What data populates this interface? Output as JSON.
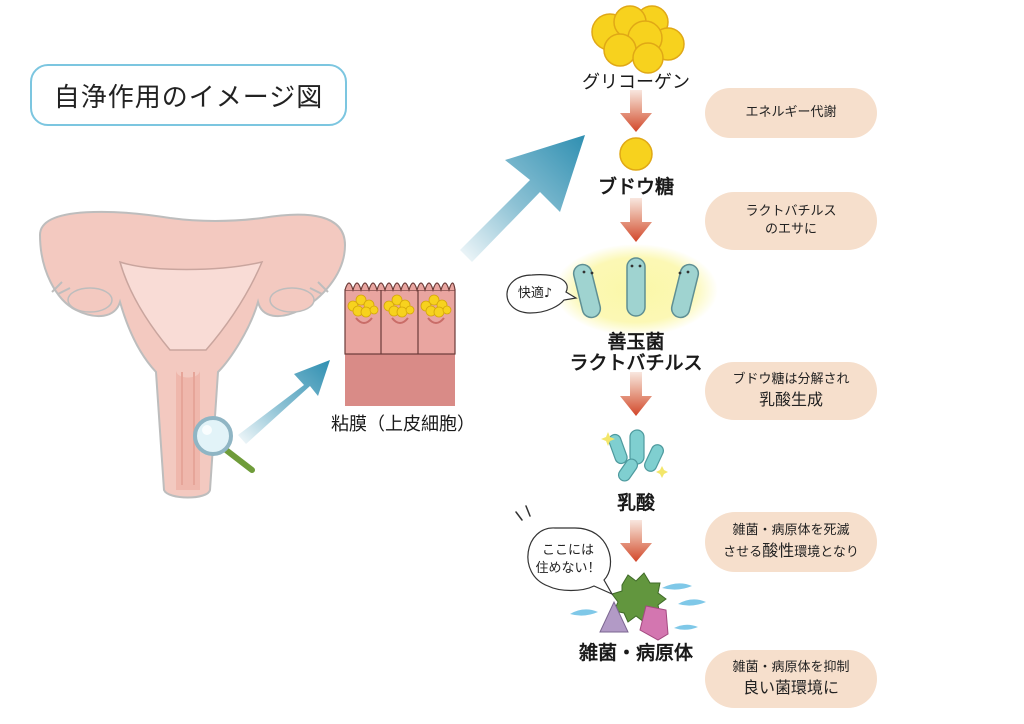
{
  "title": "自浄作用のイメージ図",
  "tissue_label": "粘膜（上皮細胞）",
  "steps": {
    "glycogen": "グリコーゲン",
    "glucose": "ブドウ糖",
    "bacteria_line1": "善玉菌",
    "bacteria_line2": "ラクトバチルス",
    "lactic_acid": "乳酸",
    "pathogens": "雑菌・病原体"
  },
  "notes": [
    {
      "line1": "エネルギー代謝"
    },
    {
      "line1": "ラクトバチルス",
      "line2": "のエサに"
    },
    {
      "line1": "ブドウ糖は分解され",
      "line2": "乳酸生成"
    },
    {
      "line1_pre": "雑菌・病原体を死滅",
      "line2_pre": "させる",
      "line2_emph": "酸性",
      "line2_post": "環境となり"
    },
    {
      "line1": "雑菌・病原体を抑制",
      "line2": "良い菌環境に"
    }
  ],
  "bubbles": {
    "comfort": "快適♪",
    "cant_live_line1": "ここには",
    "cant_live_line2": "住めない！"
  },
  "colors": {
    "title_border": "#7cc6e0",
    "note_bg": "#f6dfcc",
    "flow_arrow": "#d2552a",
    "glycogen_yellow": "#f7d21e",
    "uterus_pink": "#f3c9c0",
    "bacteria_teal": "#9fd3d0"
  },
  "icons": [
    "magnifier-icon",
    "up-right-arrow-icon",
    "down-arrow-icon",
    "music-note-icon",
    "sweat-drop-icon"
  ]
}
